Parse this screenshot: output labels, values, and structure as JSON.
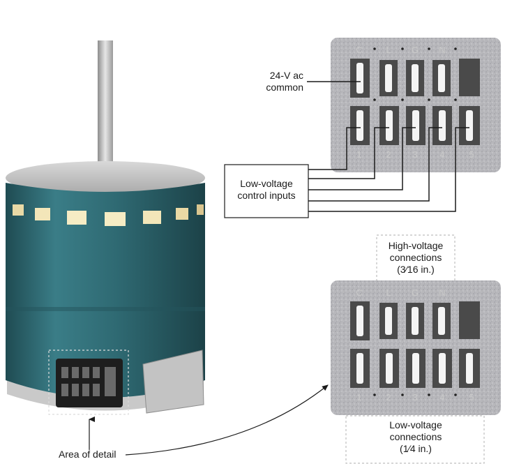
{
  "labels": {
    "common_line1": "24-V ac",
    "common_line2": "common",
    "low_voltage_inputs_line1": "Low-voltage",
    "low_voltage_inputs_line2": "control inputs",
    "high_voltage_line1": "High-voltage",
    "high_voltage_line2": "connections",
    "high_voltage_size": "(3⁄16 in.)",
    "low_voltage_conn_line1": "Low-voltage",
    "low_voltage_conn_line2": "connections",
    "low_voltage_conn_size": "(1⁄4 in.)",
    "area_of_detail": "Area of detail"
  },
  "connector": {
    "top_row_marks": [
      "C",
      "L",
      "G",
      "N"
    ],
    "bottom_row_marks": [
      "1",
      "2",
      "3",
      "4",
      "5"
    ]
  },
  "colors": {
    "motor_body": "#2f6a73",
    "motor_shadow": "#1d474d",
    "plate": "#b9b9bd",
    "terminal": "#4a4a4a",
    "pin": "#f4f4f4",
    "leader": "#1a1a1a",
    "dashed": "#bdbdbd"
  }
}
